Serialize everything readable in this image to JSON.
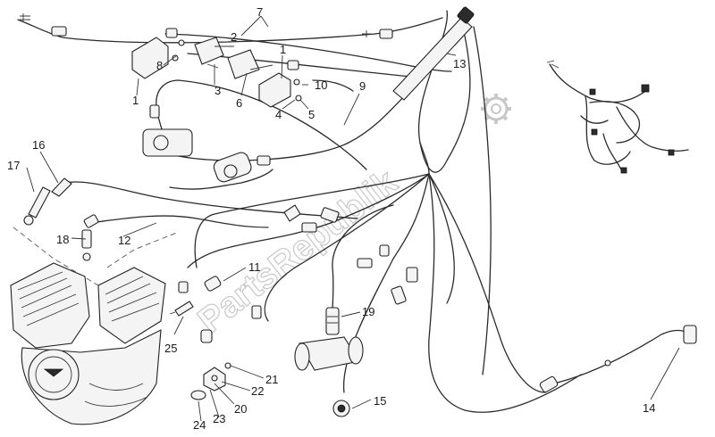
{
  "diagram": {
    "watermark": "PartsRepublik",
    "callouts": [
      "1",
      "2",
      "3",
      "4",
      "5",
      "6",
      "7",
      "8",
      "9",
      "10",
      "11",
      "12",
      "13",
      "14",
      "15",
      "16",
      "17",
      "18",
      "19",
      "20",
      "21",
      "22",
      "23",
      "24",
      "25"
    ]
  }
}
